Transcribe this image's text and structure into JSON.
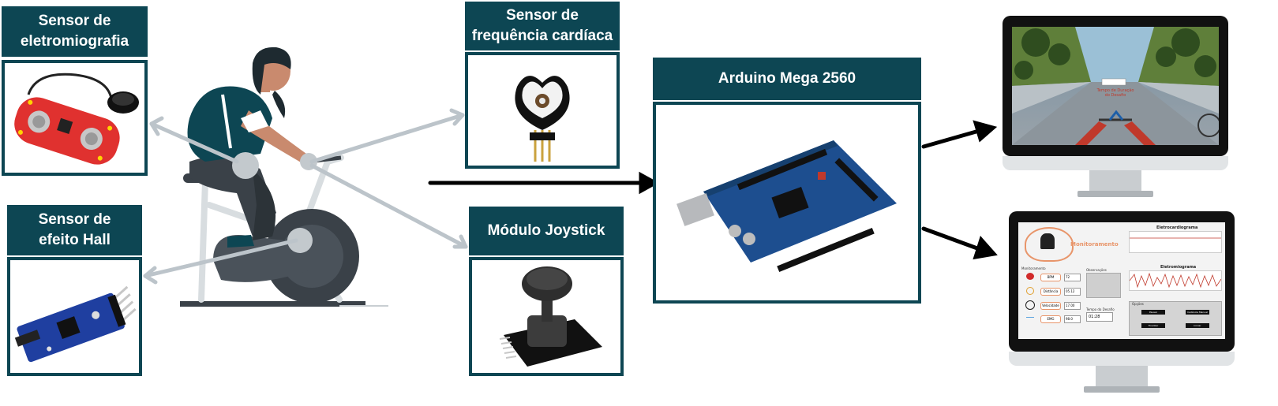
{
  "cards": {
    "emg": {
      "title": "Sensor de eletromiografia"
    },
    "heart": {
      "title": "Sensor de frequência cardíaca"
    },
    "hall": {
      "title": "Sensor de efeito Hall"
    },
    "joystick": {
      "title": "Módulo Joystick"
    },
    "arduino": {
      "title": "Arduino Mega 2560"
    }
  },
  "monitor_top": {
    "sign_text": "Tempo de Duração do Desafio"
  },
  "monitor_bottom": {
    "app_name": "Monitoramento",
    "ecg_title": "Eletrocardiograma",
    "emg_title": "Eletromiograma",
    "section_monitoring": "Monitoramento",
    "section_observations": "Observações",
    "section_options": "Opções",
    "section_time": "Tempo do Desafio",
    "metrics": [
      {
        "label": "BPM",
        "value": "72"
      },
      {
        "label": "Distância",
        "value": "05.12"
      },
      {
        "label": "Velocidade",
        "value": "17.00"
      },
      {
        "label": "EMG",
        "value": "98.0"
      }
    ],
    "time_value": "01:28",
    "buttons": [
      "Pausar",
      "Cadência Manual",
      "Finalizar",
      "Iniciar"
    ]
  },
  "colors": {
    "card_header": "#0d4653",
    "card_border": "#0d4653",
    "connector_gray": "#bcc4ca",
    "arrow_black": "#000000",
    "rider_shirt": "#0d4653",
    "rider_skin": "#c98a6e"
  },
  "icons": [
    "emg-sensor-image",
    "heart-sensor-image",
    "hall-sensor-image",
    "joystick-image",
    "arduino-board-image",
    "cyclist-illustration",
    "monitor-icon"
  ]
}
